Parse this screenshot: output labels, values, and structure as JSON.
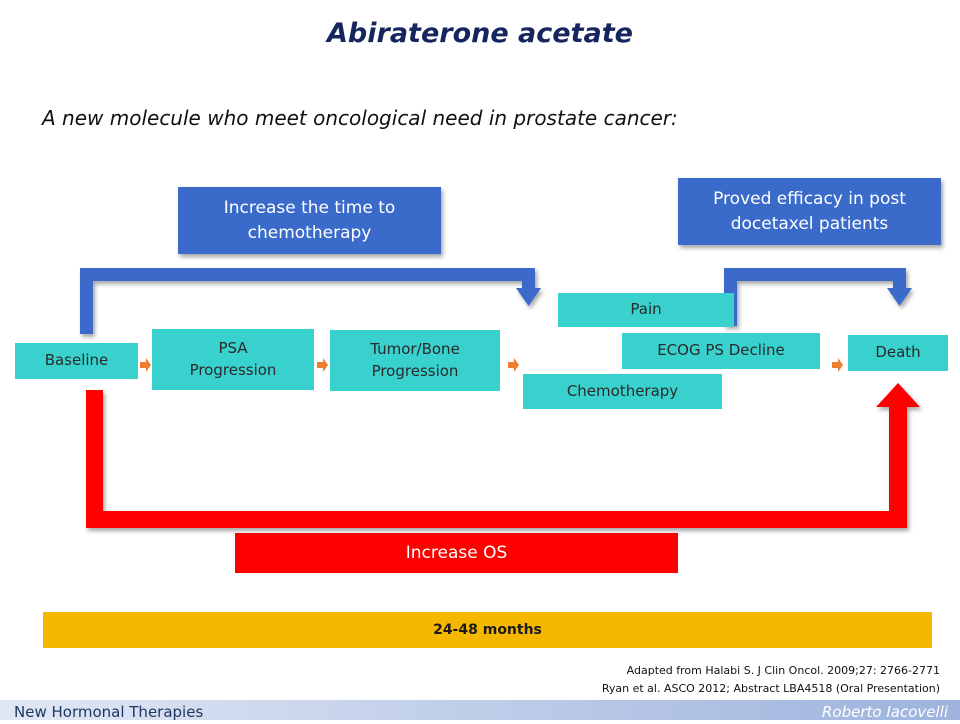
{
  "slide": {
    "title": "Abiraterone acetate",
    "subtitle": "A new molecule who meet oncological need in prostate cancer:"
  },
  "callouts": {
    "time_to_chemo": "Increase the time to chemotherapy",
    "post_docetaxel": "Proved efficacy in post docetaxel patients",
    "increase_os": "Increase OS"
  },
  "stages": {
    "baseline": "Baseline",
    "psa": "PSA Progression",
    "tumor_bone": "Tumor/Bone Progression",
    "chemotherapy": "Chemotherapy",
    "pain": "Pain",
    "ecog": "ECOG PS Decline",
    "death": "Death"
  },
  "timeline": {
    "label": "24-48 months"
  },
  "references": {
    "line1": "Adapted from Halabi S. J Clin Oncol. 2009;27: 2766-2771",
    "line2": "Ryan et al. ASCO 2012; Abstract LBA4518 (Oral Presentation)"
  },
  "footer": {
    "left": "New Hormonal Therapies",
    "right": "Roberto Iacovelli"
  },
  "colors": {
    "blue": "#3a6bcb",
    "teal": "#38d1cd",
    "red": "#ff0000",
    "yellow": "#f5b800",
    "orange_arrow": "#ed7d31"
  }
}
